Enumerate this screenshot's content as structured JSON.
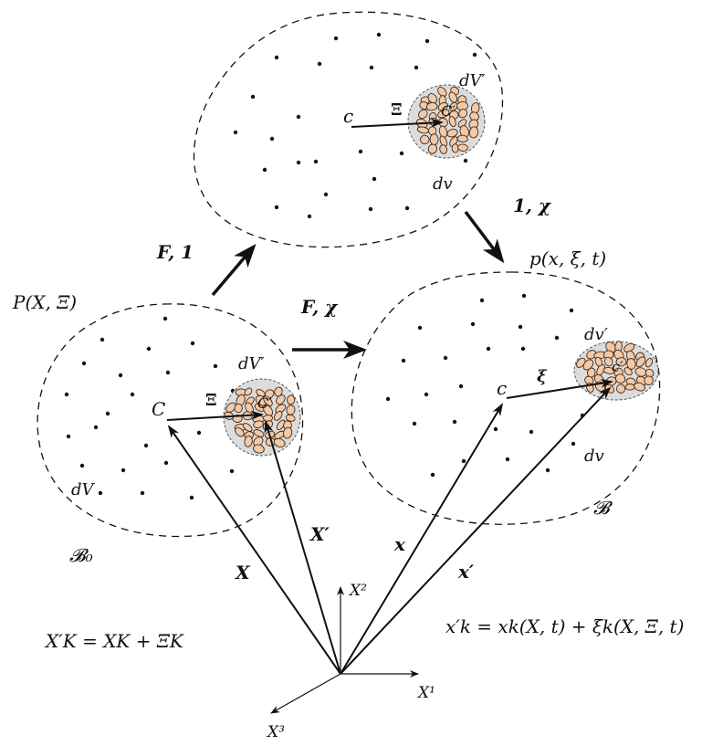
{
  "colors": {
    "ink": "#111111",
    "grain_fill": "#f3c9a6",
    "grain_stroke": "#3a2a20",
    "rve_fill": "#dcdcdc"
  },
  "labels": {
    "F_one": "F, 1",
    "F_chi": "F, χ",
    "one_chi": "1, χ",
    "P_ref": "P(X, Ξ)",
    "p_cur": "p(x, ξ, t)",
    "B0": "𝓑₀",
    "B": "𝓑",
    "dV_ref": "dV",
    "dVp_ref": "dV′",
    "dVp_mid": "dV′",
    "dv_mid": "dv",
    "dvp_cur": "dv′",
    "dv_cur": "dv",
    "C_ref": "C",
    "c_mid": "c",
    "c_cur": "c",
    "Xi_ref": "Ξ",
    "Xi_mid": "Ξ",
    "xi_cur": "ξ",
    "Cp_ref": "C′",
    "Cp_mid": "C′",
    "cp_cur": "c′",
    "X_vec": "X",
    "Xp_vec": "X′",
    "x_vec": "x",
    "xp_vec": "x′",
    "axis_X1": "X¹",
    "axis_X2": "X²",
    "axis_X3": "X³",
    "eq_ref": "X′K = XK + ΞK",
    "eq_cur": "x′k = xk(X, t) + ξk(X, Ξ, t)"
  }
}
